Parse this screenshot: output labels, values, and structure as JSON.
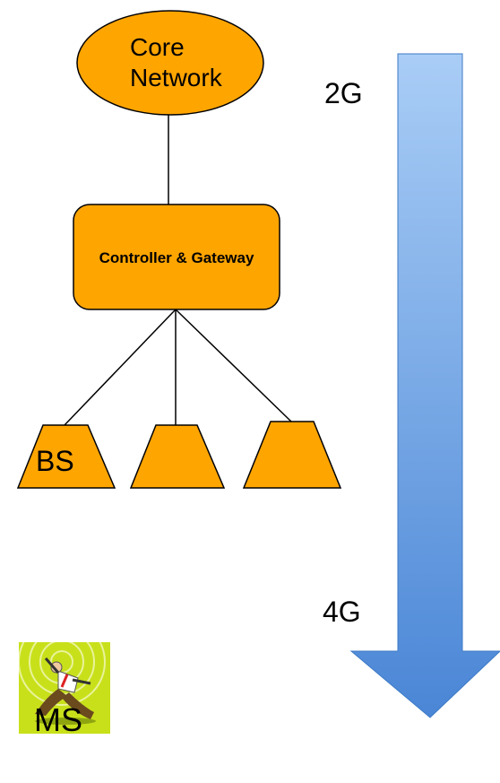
{
  "core_network": {
    "label_line1": "Core",
    "label_line2": "Network"
  },
  "controller": {
    "label": "Controller & Gateway"
  },
  "base_stations": {
    "first_label": "BS"
  },
  "evolution": {
    "start_label": "2G",
    "end_label": "4G"
  },
  "mobile_station": {
    "label": "MS",
    "icon": "running-man-icon"
  },
  "colors": {
    "node_fill": "#FFA500",
    "node_stroke": "#000000",
    "arrow_top": "#A9CDF6",
    "arrow_bottom": "#4A86D6",
    "ms_icon_bg": "#C8E01A"
  }
}
